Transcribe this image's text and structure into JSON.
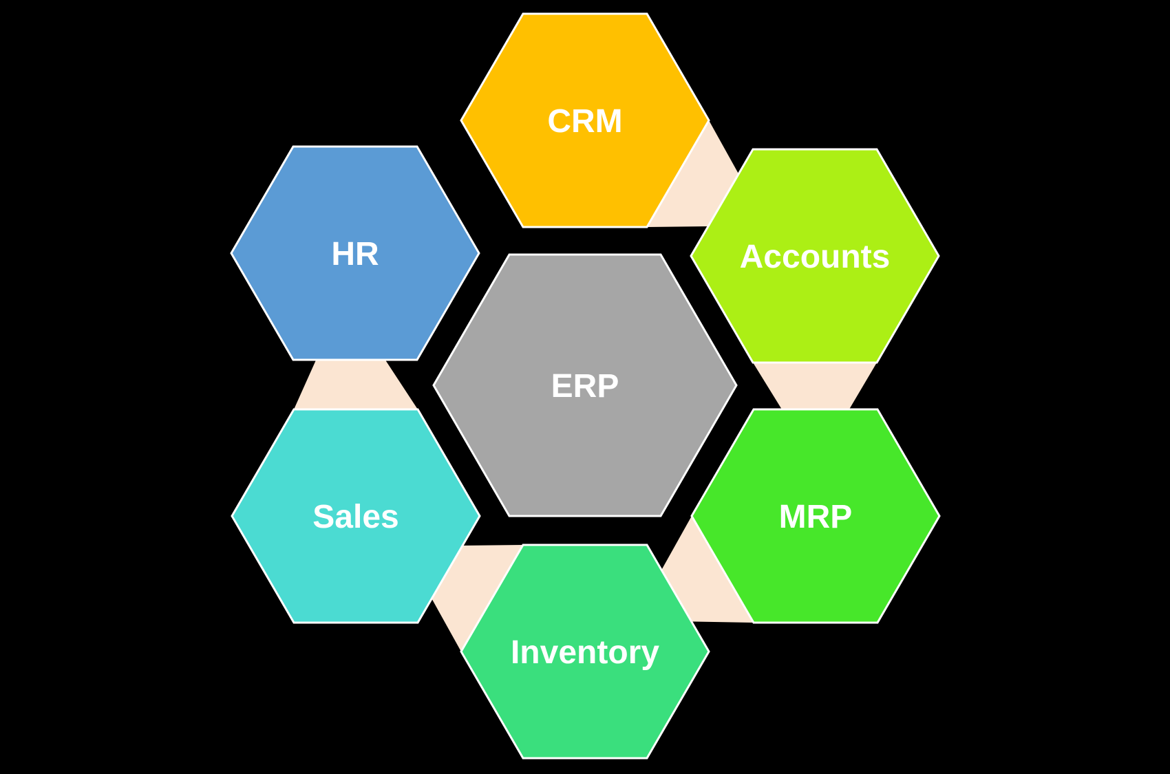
{
  "diagram": {
    "type": "hexagon-cluster",
    "background_color": "#000000",
    "outline_color": "#FFFFFF",
    "text_color": "#FFFFFF",
    "connector_color": "#FBE5D2",
    "center": {
      "label": "ERP",
      "color": "#A6A6A6"
    },
    "satellites": [
      {
        "label": "CRM",
        "color": "#FFC000"
      },
      {
        "label": "Accounts",
        "color": "#ACEF15"
      },
      {
        "label": "MRP",
        "color": "#47E72A"
      },
      {
        "label": "Inventory",
        "color": "#3ADF7D"
      },
      {
        "label": "Sales",
        "color": "#4BDBD2"
      },
      {
        "label": "HR",
        "color": "#5B9BD5"
      }
    ]
  }
}
